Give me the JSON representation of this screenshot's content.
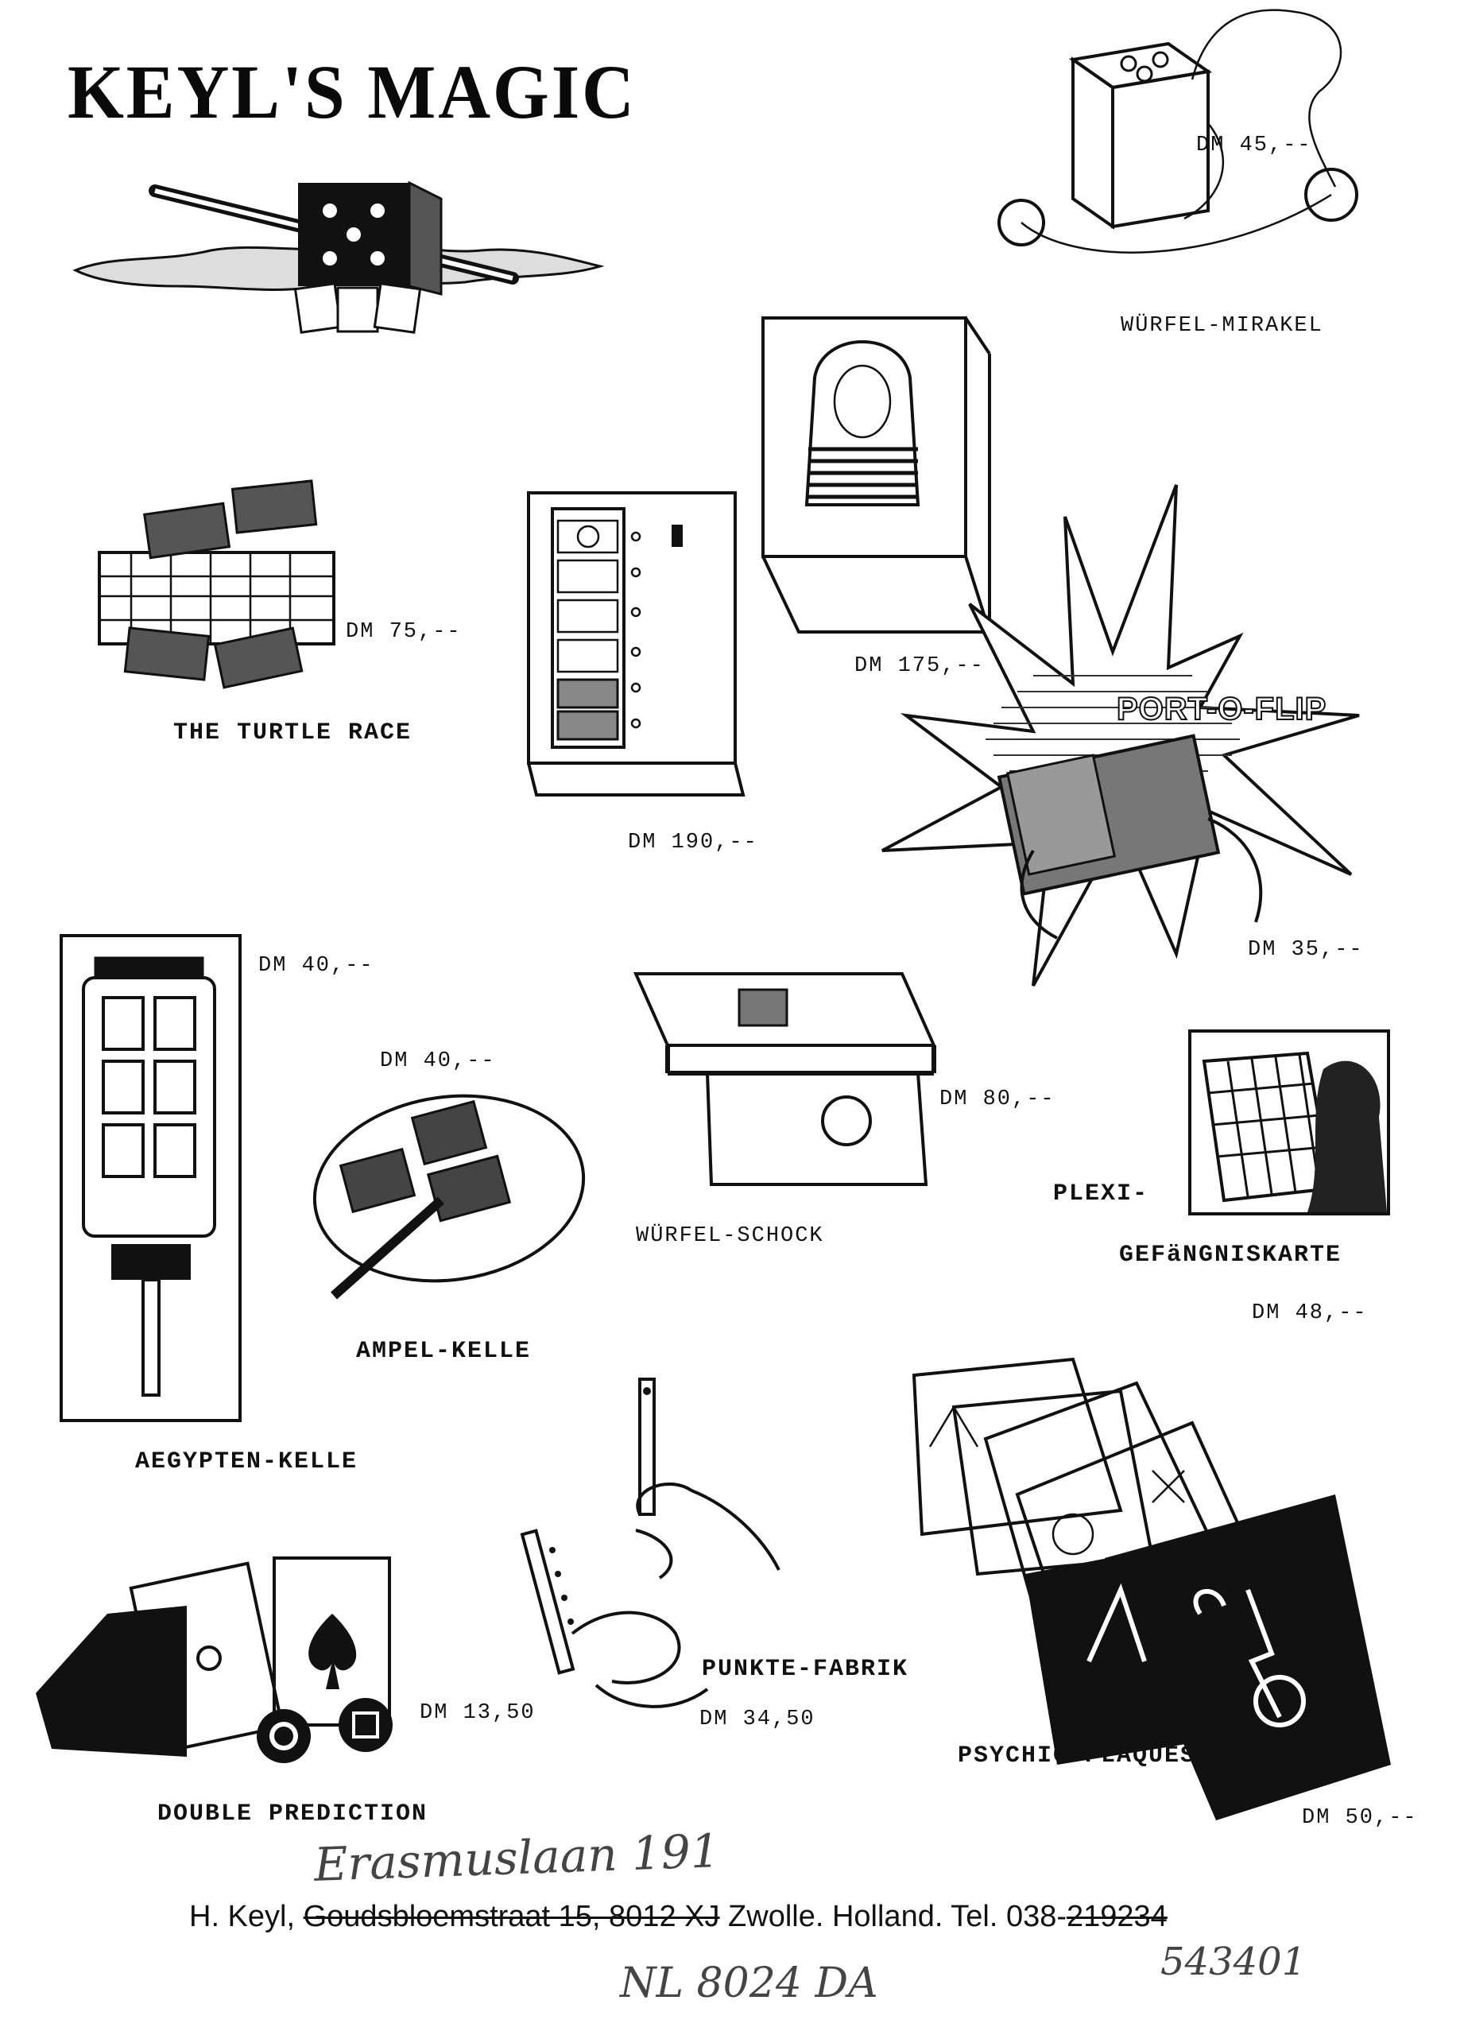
{
  "header": {
    "title": "KEYL'S MAGIC"
  },
  "products": [
    {
      "name": "WÜRFEL-MIRAKEL",
      "price": "DM 45,--"
    },
    {
      "name": "THE TURTLE RACE",
      "price": "DM 75,--"
    },
    {
      "name": "",
      "price": "DM 190,--"
    },
    {
      "name": "",
      "price": "DM 175,--"
    },
    {
      "name": "",
      "price": "DM 35,--",
      "logo_text": "PORT-O-FLIP"
    },
    {
      "name": "AEGYPTEN-KELLE",
      "price": "DM 40,--"
    },
    {
      "name": "AMPEL-KELLE",
      "price": "DM 40,--"
    },
    {
      "name": "WÜRFEL-SCHOCK",
      "price": "DM 80,--"
    },
    {
      "name_line1": "PLEXI-",
      "name_line2": "GEFäNGNISKARTE",
      "price": "DM 48,--"
    },
    {
      "name": "PUNKTE-FABRIK",
      "price": "DM 34,50"
    },
    {
      "name": "PSYCHIC PLAQUES",
      "price": "DM 50,--"
    },
    {
      "name": "DOUBLE PREDICTION",
      "price": "DM 13,50"
    }
  ],
  "footer": {
    "name": "H. Keyl,",
    "old_street": "Goudsbloemstraat 15, 8012 XJ",
    "city": "Zwolle. Holland. Tel. 038-",
    "old_phone": "219234",
    "new_street_handwritten": "Erasmuslaan 191",
    "new_postcode_handwritten": "NL 8024 DA",
    "new_phone_handwritten": "543401"
  }
}
